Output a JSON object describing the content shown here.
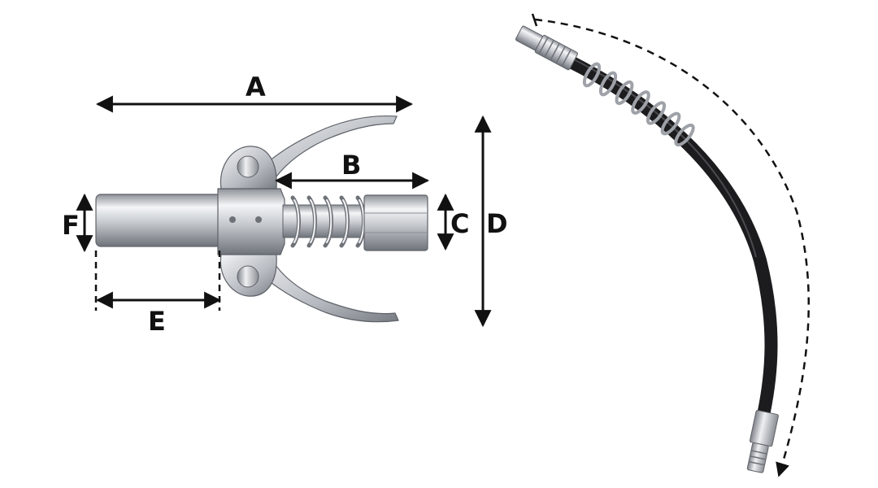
{
  "dimensions": {
    "A": "A",
    "B": "B",
    "C": "C",
    "D": "D",
    "E": "E",
    "F": "F"
  },
  "colors": {
    "steel_light": "#f2f3f5",
    "steel_mid": "#b9bdc3",
    "steel_dark": "#6e7278",
    "hose": "#1c1c1e",
    "ink": "#111111"
  }
}
